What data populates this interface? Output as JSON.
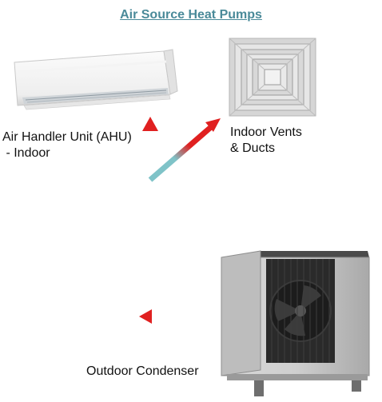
{
  "title": "Air Source Heat Pumps",
  "labels": {
    "ahu": "Air Handler Unit (AHU)\n - Indoor",
    "vents": "Indoor Vents\n& Ducts",
    "outdoor": "Outdoor Condenser"
  },
  "colors": {
    "title": "#4a8a99",
    "hot": "#e02020",
    "cold": "#7fc3c8"
  }
}
